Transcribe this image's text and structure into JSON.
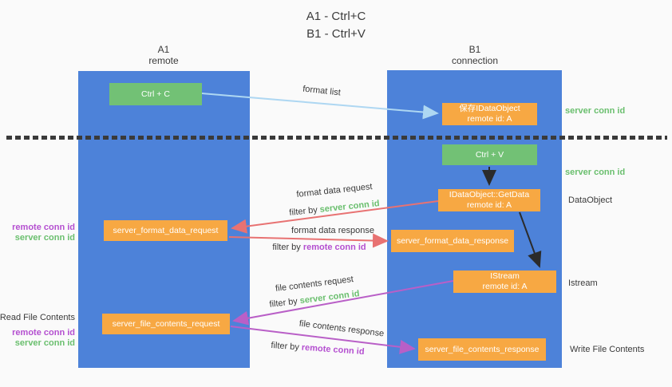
{
  "title": {
    "lines": [
      "A1 - Ctrl+C",
      "B1 - Ctrl+V"
    ]
  },
  "columns": {
    "left": {
      "name": "A1",
      "subtitle": "remote"
    },
    "right": {
      "name": "B1",
      "subtitle": "connection"
    }
  },
  "nodes": {
    "ctrl_c": "Ctrl + C",
    "ctrl_v": "Ctrl + V",
    "save_dataobject": {
      "line1": "保存IDataObject",
      "line2": "remote id: A"
    },
    "getdata": {
      "line1": "IDataObject::GetData",
      "line2": "remote id: A"
    },
    "istream": {
      "line1": "IStream",
      "line2": "remote id: A"
    },
    "format_request": "server_format_data_request",
    "format_response": "server_format_data_response",
    "file_request": "server_file_contents_request",
    "file_response": "server_file_contents_response"
  },
  "labels": {
    "format_list": "format list",
    "format_data_request": "format data request",
    "format_data_response": "format data response",
    "file_contents_request": "file contents request",
    "file_contents_response": "file contents response",
    "filter_by": "filter by",
    "server_conn_id": "server conn id",
    "remote_conn_id": "remote conn id"
  },
  "annotations": {
    "right_server_conn_id_top": "server conn id",
    "right_server_conn_id_mid": "server conn id",
    "dataobject": "DataObject",
    "istream": "Istream",
    "write_file_contents": "Write File Contents",
    "read_file_contents": "Read File Contents",
    "left_remote_conn_id_top": "remote conn id",
    "left_server_conn_id_top": "server conn id",
    "left_remote_conn_id_bottom": "remote conn id",
    "left_server_conn_id_bottom": "server conn id"
  },
  "colors": {
    "lifeline_blue": "#4d82d9",
    "node_green": "#72c175",
    "node_orange": "#f7a843",
    "arrow_lightblue": "#aed7f2",
    "arrow_red": "#e87272",
    "arrow_purple": "#b95fc7",
    "arrow_black": "#2b2b2b",
    "text_green": "#6abf6e",
    "text_purple": "#b44fd0",
    "background": "#fafafa"
  }
}
